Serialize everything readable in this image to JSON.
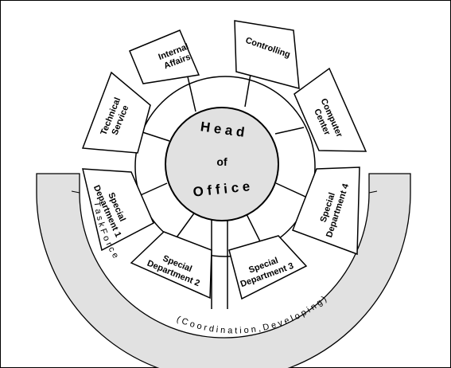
{
  "center": {
    "line1": "H e a d",
    "line2": "of",
    "line3": "O f f i c e"
  },
  "units": {
    "internal_affairs": [
      "Internal",
      "Affairs"
    ],
    "controlling": [
      "Controlling"
    ],
    "technical_service": [
      "Technical",
      "Service"
    ],
    "computer_center": [
      "Computer",
      "Center"
    ],
    "special_department_1": [
      "Special",
      "Department 1"
    ],
    "special_department_2": [
      "Special",
      "Department 2"
    ],
    "special_department_3": [
      "Special",
      "Department 3"
    ],
    "special_department_4": [
      "Special",
      "Department 4"
    ]
  },
  "band": {
    "title": "T a s k   F o r c e",
    "subtitle": "( C o o r d i n a t i o n ,  D e v e l o p i n g )"
  },
  "colors": {
    "band_fill": "#e1e1e1",
    "hub_fill": "#e1e1e1",
    "stroke": "#000000",
    "box_fill": "#ffffff"
  }
}
